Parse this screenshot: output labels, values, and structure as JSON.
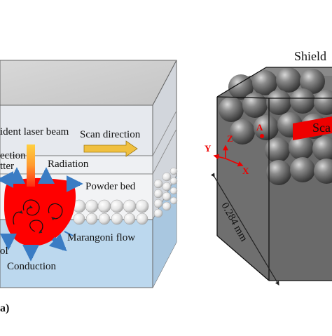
{
  "left_panel": {
    "labels": {
      "incident_laser": "ident laser beam",
      "scan_direction": "Scan direction",
      "reflection": "ection",
      "scatter": "tter",
      "radiation": "Radiation",
      "powder_bed": "Powder bed",
      "marangoni": "Marangoni flow",
      "pool": "ol",
      "conduction": "Conduction",
      "panel_letter": "a)"
    },
    "colors": {
      "melt_pool": "#ff0000",
      "flow_arrows": "#3a7cc4",
      "scan_arrow": "#f0c040",
      "substrate": "#bcd8ee",
      "gas_layer": "#e6e9ee"
    }
  },
  "right_panel": {
    "labels": {
      "shield": "Shield",
      "scan": "Sca",
      "axis_y": "Y",
      "axis_z": "Z",
      "axis_x": "X",
      "point_a": "A",
      "dimension": "0.284 mm"
    },
    "colors": {
      "scan_bar": "#ee0000",
      "axes": "#ee0000",
      "block": "#6f6f6f"
    }
  }
}
